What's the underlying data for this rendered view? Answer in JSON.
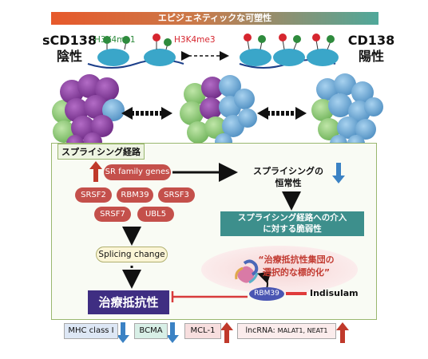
{
  "banner": {
    "text": "エピジェネティックな可塑性"
  },
  "left_label": {
    "line1": "sCD138",
    "line2": "陰性"
  },
  "right_label": {
    "line1": "CD138",
    "line2": "陽性"
  },
  "histone_marks": {
    "mark1": "H3K4me1",
    "mark2": "H3K4me3"
  },
  "panel": {
    "title": "スプライシング経路",
    "sr_family": "SR family genes",
    "factors": [
      "SRSF2",
      "RBM39",
      "SRSF3",
      "SRSF7",
      "UBL5"
    ],
    "homeostasis": {
      "line1": "スプライシングの",
      "line2": "恒常性"
    },
    "vulnerability": {
      "line1": "スプライシング経路への介入",
      "line2": "に対する脆弱性"
    },
    "splicing_change": "Splicing change",
    "selective_targeting": {
      "line1": "“治療抵抗性集団の",
      "line2": "選択的な標的化”"
    },
    "drug": "Indisulam",
    "target_protein": "RBM39"
  },
  "resistance": "治療抵抗性",
  "markers": [
    {
      "label": "MHC class I",
      "direction": "down"
    },
    {
      "label": "BCMA",
      "direction": "down"
    },
    {
      "label": "MCL-1",
      "direction": "up"
    },
    {
      "label_main": "lncRNA: ",
      "label_sub": "MALAT1, NEAT1",
      "direction": "up"
    }
  ],
  "colors": {
    "sr_pill": "#c4504b",
    "teal_box": "#3d8f8c",
    "resistance_box": "#3f2e82",
    "up_arrow": "#c0392b",
    "down_arrow": "#3b82c4",
    "h3k4me1": "#2e8b3d",
    "h3k4me3": "#d6262f",
    "drug_red": "#e03b3b"
  }
}
